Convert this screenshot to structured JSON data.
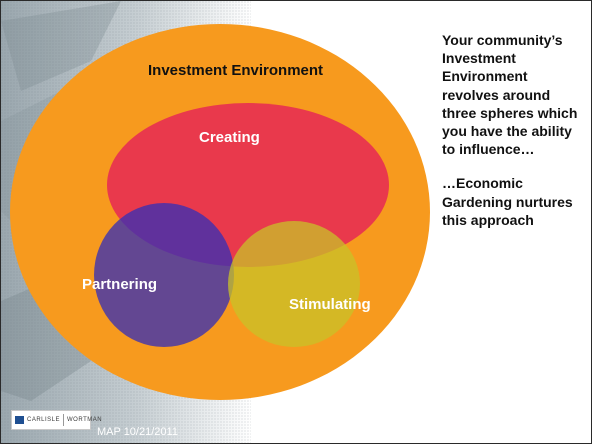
{
  "diagram": {
    "outer_label": "Investment Environment",
    "spheres": [
      {
        "label": "Creating",
        "color": "#e8344f"
      },
      {
        "label": "Partnering",
        "color": "#3a2fb4"
      },
      {
        "label": "Stimulating",
        "color": "#c8c228"
      }
    ],
    "outer_color": "#f79a1e"
  },
  "side_text": {
    "paragraph1": "Your community’s Investment Environment revolves around three spheres which you have the ability to influence…",
    "paragraph2": "…Economic Gardening nurtures this approach"
  },
  "footer": {
    "logo_left": "CARLISLE",
    "logo_right": "WORTMAN",
    "text": "MAP  10/21/2011"
  }
}
